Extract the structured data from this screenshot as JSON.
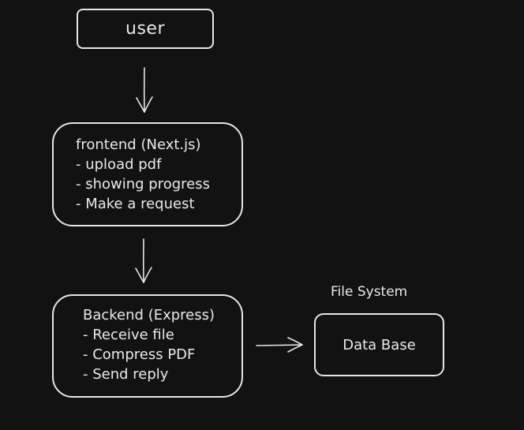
{
  "nodes": {
    "user": {
      "label": "user"
    },
    "frontend": {
      "lines": [
        "frontend (Next.js)",
        "- upload pdf",
        "- showing progress",
        "- Make a request"
      ]
    },
    "backend": {
      "lines": [
        "Backend (Express)",
        "- Receive file",
        "- Compress PDF",
        "- Send reply"
      ]
    },
    "database": {
      "label": "Data Base",
      "group_label": "File System"
    }
  },
  "colors": {
    "background": "#121212",
    "stroke": "#e6e6e6",
    "text": "#e9e9e9"
  }
}
